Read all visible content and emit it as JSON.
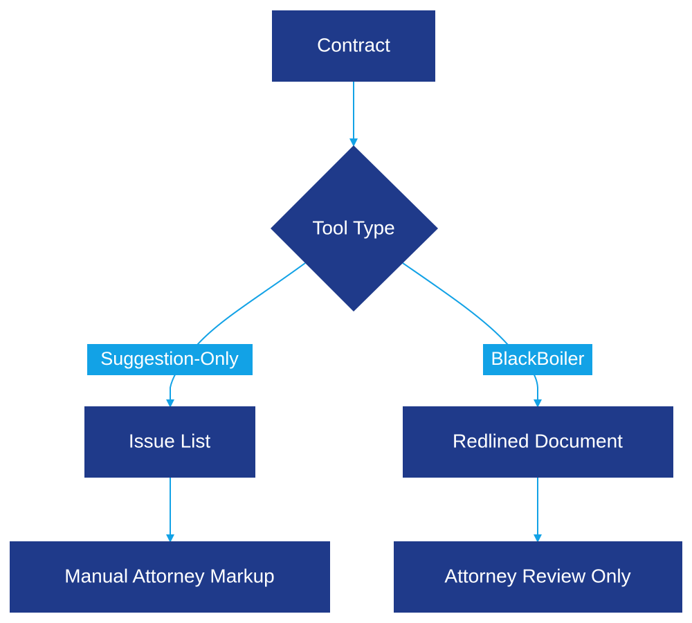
{
  "nodes": {
    "contract": "Contract",
    "tool_type": "Tool Type",
    "issue_list": "Issue List",
    "redlined_document": "Redlined Document",
    "manual_attorney_markup": "Manual Attorney Markup",
    "attorney_review_only": "Attorney Review Only"
  },
  "edges": {
    "suggestion_only": "Suggestion-Only",
    "blackboiler": "BlackBoiler"
  },
  "colors": {
    "node_fill": "#1f3a8a",
    "edge_stroke": "#12a2e6",
    "node_text": "#ffffff"
  }
}
